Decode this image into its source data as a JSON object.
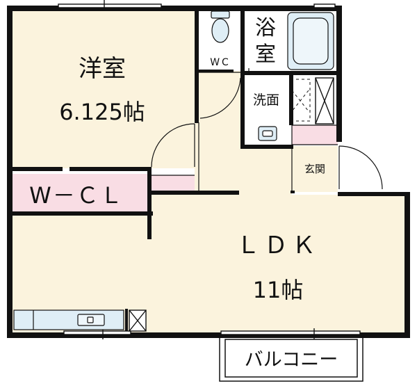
{
  "floor_plan": {
    "rooms": {
      "western_room": {
        "name": "洋室",
        "size": "6.125帖"
      },
      "wcl": {
        "name": "W－ＣＬ"
      },
      "ldk": {
        "name": "ＬＤＫ",
        "size": "11帖"
      },
      "toilet": {
        "name": "WC"
      },
      "bath": {
        "name_top": "浴",
        "name_bottom": "室"
      },
      "washroom": {
        "name": "洗面"
      },
      "entrance": {
        "name": "玄関"
      },
      "balcony": {
        "name": "バルコニー"
      }
    },
    "colors": {
      "room_fill": "#fbf3dd",
      "closet_fill": "#f9dde4",
      "fixture_fill": "#dfeef6",
      "wall": "#111111",
      "background": "#ffffff"
    },
    "icons": [
      "toilet-icon",
      "bathtub-icon",
      "sink-icon",
      "kitchen-counter-icon",
      "storage-x-icon",
      "door-swing-icon"
    ]
  }
}
